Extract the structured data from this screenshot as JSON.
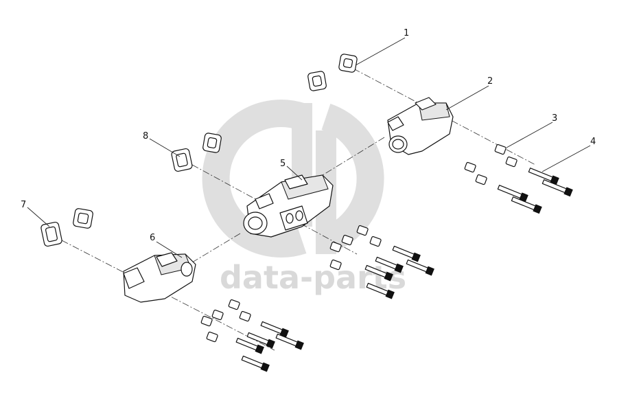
{
  "watermark": {
    "text": "data-parts",
    "color": "#d9d9d9"
  },
  "callouts": [
    {
      "id": "1",
      "label": "1"
    },
    {
      "id": "2",
      "label": "2"
    },
    {
      "id": "3",
      "label": "3"
    },
    {
      "id": "4",
      "label": "4"
    },
    {
      "id": "5",
      "label": "5"
    },
    {
      "id": "6",
      "label": "6"
    },
    {
      "id": "7",
      "label": "7"
    },
    {
      "id": "8",
      "label": "8"
    }
  ]
}
